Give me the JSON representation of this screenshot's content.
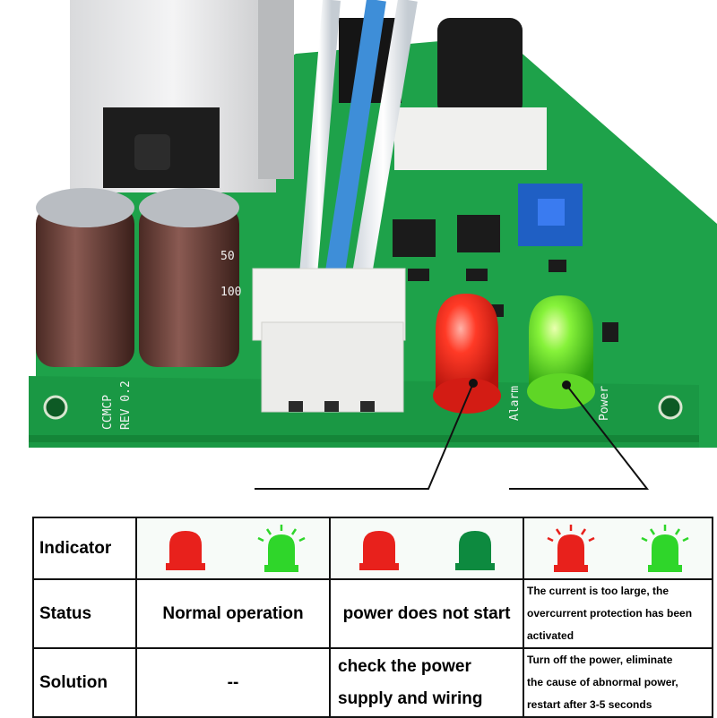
{
  "board": {
    "silkscreen_model": "CCMCP",
    "silkscreen_rev": "REV 0.2",
    "cap_marking_1": "50",
    "cap_marking_2": "100",
    "led_label_alarm": "Alarm",
    "led_label_power": "Power"
  },
  "colors": {
    "pcb": "#1ea24a",
    "led_red": "#e8211c",
    "led_green": "#2fd62a",
    "led_green_off": "#0d8a3f",
    "line": "#111111"
  },
  "table": {
    "rows": [
      {
        "label": "Indicator",
        "states": [
          {
            "red": "on",
            "green": "blinking"
          },
          {
            "red": "on",
            "green": "off"
          },
          {
            "red": "blinking",
            "green": "blinking"
          }
        ]
      },
      {
        "label": "Status",
        "cells": [
          "Normal operation",
          "power does not start",
          [
            "The current is too large, the",
            "overcurrent protection has been",
            "activated"
          ]
        ]
      },
      {
        "label": "Solution",
        "cells": [
          "--",
          [
            "check the power",
            "supply and wiring"
          ],
          [
            "Turn off the power, eliminate",
            "the cause of abnormal power,",
            "restart after 3-5 seconds"
          ]
        ]
      }
    ]
  }
}
